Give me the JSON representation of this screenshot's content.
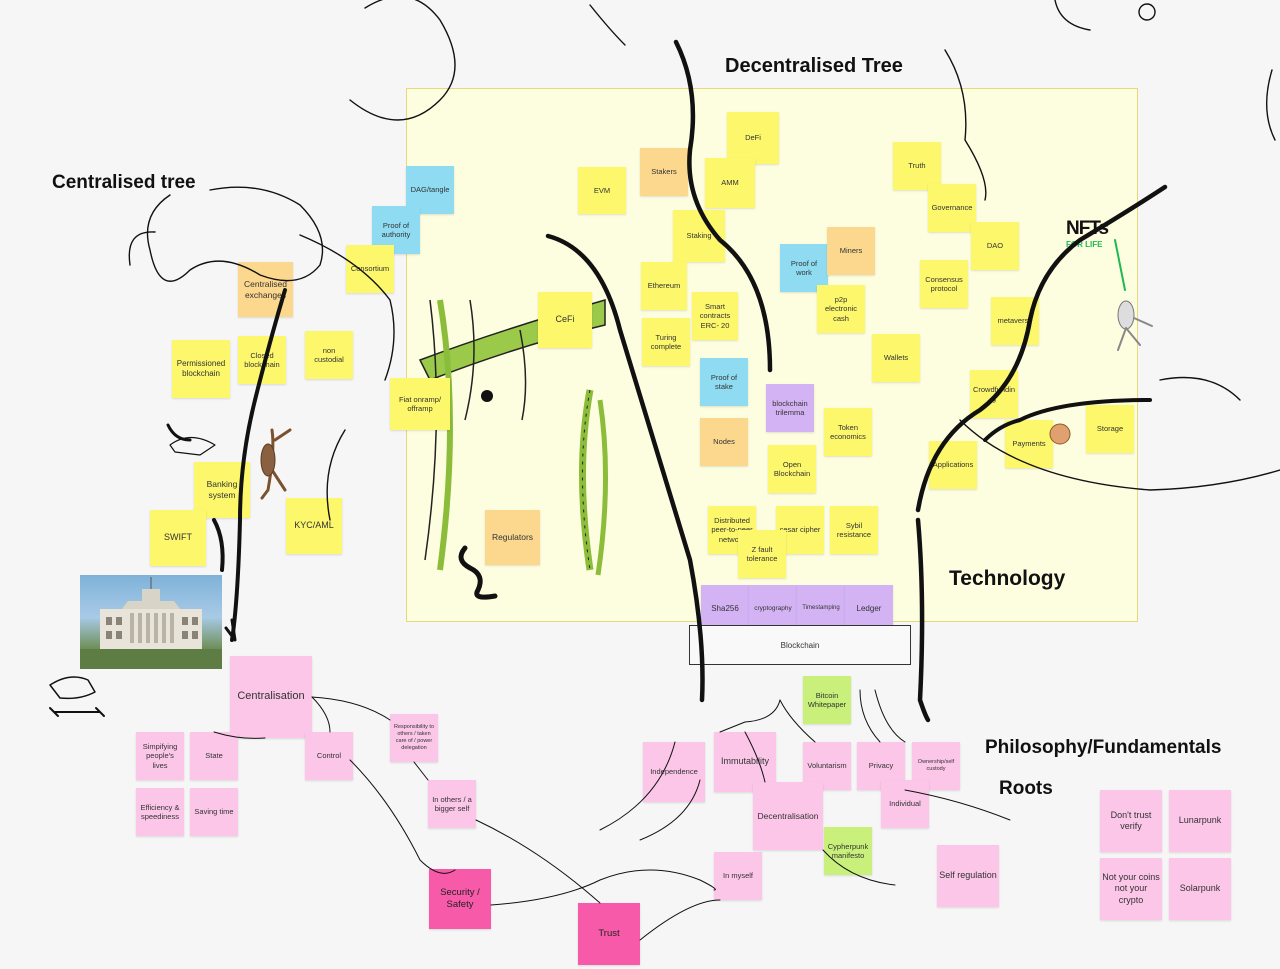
{
  "titles": {
    "decentralised": "Decentralised Tree",
    "centralised": "Centralised tree",
    "technology": "Technology",
    "philosophy": "Philosophy/Fundamentals",
    "roots": "Roots"
  },
  "stickies": {
    "dag": "DAG/tangle",
    "proof_authority": "Proof of authority",
    "consortium": "Consortium",
    "centralised_exchanges": "Centralised exchanges",
    "permissioned": "Permissioned blockchain",
    "closed_blockchain": "Closed blockchain",
    "non_custodial": "non custodial",
    "fiat_onramp": "Fiat onramp/ offramp",
    "banking_system": "Banking system",
    "swift": "SWIFT",
    "kyc": "KYC/AML",
    "cefi": "CeFi",
    "regulators": "Regulators",
    "evm": "EVM",
    "stakers": "Stakers",
    "defi": "DeFi",
    "amm": "AMM",
    "staking": "Staking",
    "ethereum": "Ethereum",
    "smart_contracts": "Smart contracts ERC- 20",
    "turing": "Turing complete",
    "proof_work": "Proof of work",
    "miners": "Miners",
    "p2p_cash": "p2p electronic cash",
    "proof_stake": "Proof of stake",
    "trilemma": "blockchain trilemma",
    "nodes": "Nodes",
    "token_econ": "Token economics",
    "open_blockchain": "Open Blockchain",
    "distributed": "Distributed peer-to-peer network",
    "cesar": "cesar cipher",
    "byzantine": "Z fault tolerance",
    "sybil": "Sybil resistance",
    "truth": "Truth",
    "governance": "Governance",
    "dao": "DAO",
    "consensus": "Consensus protocol",
    "wallets": "Wallets",
    "metaverse": "metaverse",
    "crowdfunding": "Crowdfunding",
    "payments": "Payments",
    "storage": "Storage",
    "applications": "Applications",
    "sha256": "Sha256",
    "cryptography": "cryptography",
    "timestamping": "Timestamping",
    "ledger": "Ledger",
    "blockchain": "Blockchain",
    "bitcoin_whitepaper": "Bitcoin Whitepaper",
    "centralisation": "Centralisation",
    "simplifying": "Simpifying people's lives",
    "state": "State",
    "control": "Control",
    "efficiency": "Efficiency & speediness",
    "saving_time": "Saving time",
    "responsibility": "Responsibility to others / taken care of / power delegation",
    "in_others": "In others / a bigger self",
    "security": "Security / Safety",
    "trust": "Trust",
    "independence": "Independence",
    "immutability": "Immutability",
    "voluntarism": "Voluntarism",
    "privacy": "Privacy",
    "ownership": "Ownership/self custody",
    "decentralisation": "Decentralisation",
    "individual": "Individual",
    "cypherpunk": "Cypherpunk manifesto",
    "in_myself": "In myself",
    "self_regulation": "Self regulation",
    "dont_trust": "Don't trust verify",
    "lunarpunk": "Lunarpunk",
    "not_your_coins": "Not your coins not your crypto",
    "solarpunk": "Solarpunk"
  },
  "logo": {
    "nfts": "NFTs",
    "for_life": "FOR LIFE"
  },
  "colors": {
    "yellow": "#fdf76c",
    "orange": "#fcd88e",
    "blue": "#8fdcf2",
    "purple": "#d4b3f5",
    "green": "#c8f07a",
    "pink": "#fbc6e8",
    "magenta": "#f75aa8",
    "frame": "#fdfde0"
  },
  "icons": [
    "dinosaur-skeleton-icon",
    "stegosaurus-icon",
    "monkey-icon",
    "sloth-icon",
    "worm-icon",
    "federal-reserve-image",
    "jungle-vines-image"
  ]
}
